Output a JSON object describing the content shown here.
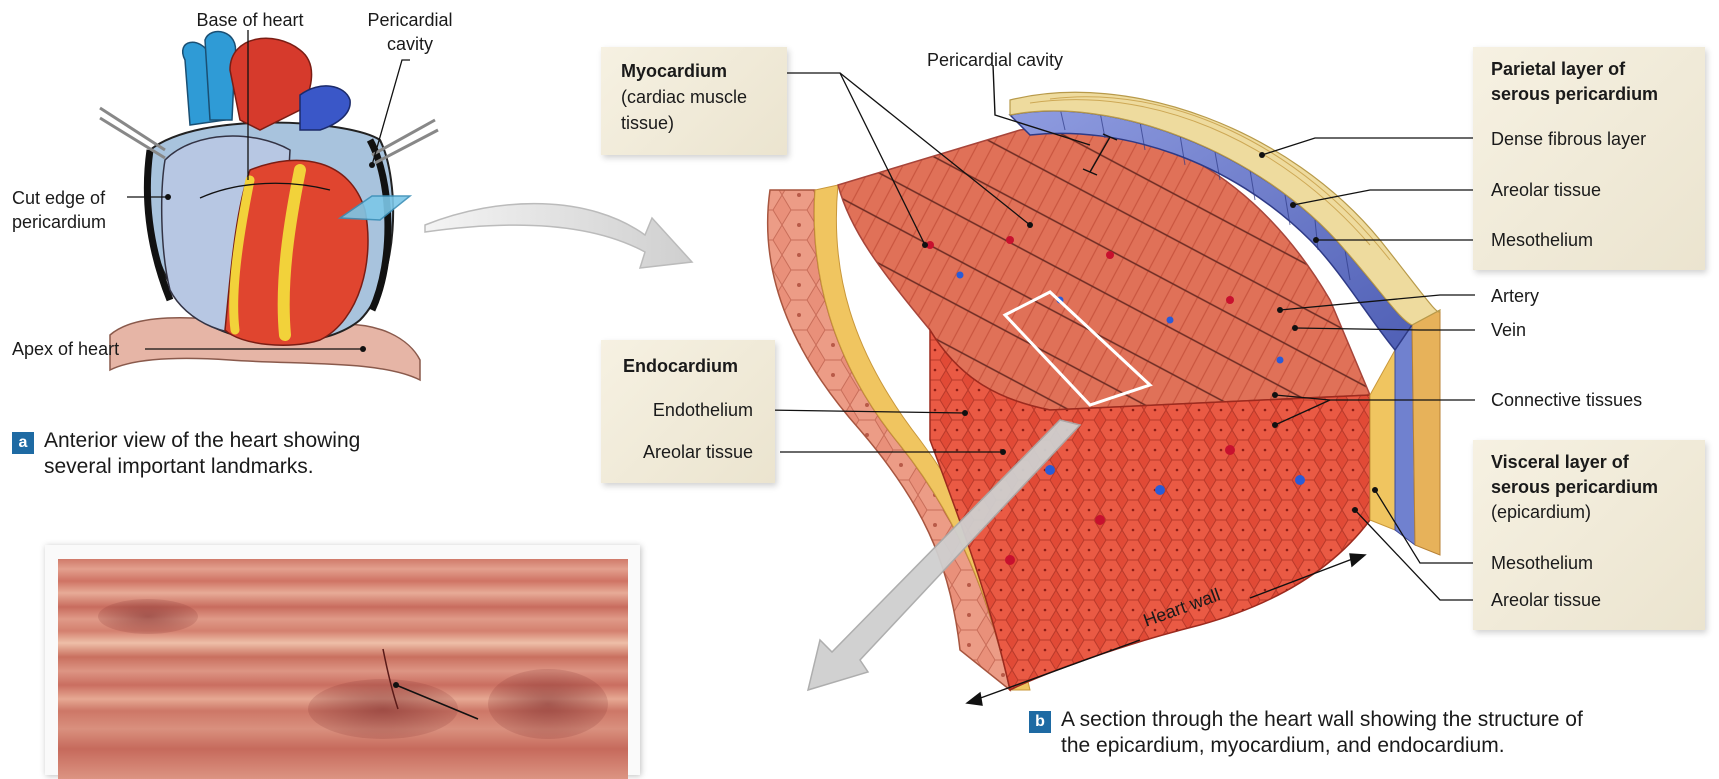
{
  "panel_a": {
    "badge": "a",
    "caption_line1": "Anterior view of the heart showing",
    "caption_line2": "several important landmarks.",
    "labels": {
      "base_of_heart": "Base of heart",
      "pericardial_cavity_l1": "Pericardial",
      "pericardial_cavity_l2": "cavity",
      "cut_edge_l1": "Cut edge of",
      "cut_edge_l2": "pericardium",
      "apex": "Apex of heart"
    }
  },
  "panel_b": {
    "badge": "b",
    "caption_line1": "A section through the heart wall showing the structure of",
    "caption_line2": "the epicardium, myocardium, and endocardium.",
    "myocardium_box": {
      "title": "Myocardium",
      "line2": "(cardiac muscle",
      "line3": "tissue)"
    },
    "endocardium_box": {
      "title": "Endocardium",
      "endothelium": "Endothelium",
      "areolar": "Areolar tissue"
    },
    "pericardial_cavity": "Pericardial cavity",
    "parietal_box": {
      "title_l1": "Parietal layer of",
      "title_l2": "serous pericardium",
      "dense": "Dense fibrous layer",
      "areolar": "Areolar tissue",
      "mesothelium": "Mesothelium"
    },
    "artery": "Artery",
    "vein": "Vein",
    "connective": "Connective tissues",
    "visceral_box": {
      "title_l1": "Visceral layer of",
      "title_l2": "serous pericardium",
      "sub": "(epicardium)",
      "mesothelium": "Mesothelium",
      "areolar": "Areolar tissue"
    },
    "heart_wall": "Heart wall"
  },
  "colors": {
    "muscle": "#d9573f",
    "muscle_light": "#e98a6e",
    "pericardium_blue": "#6f7fd0",
    "fat_yellow": "#f2c94c",
    "badge_blue": "#1e6aa3",
    "box_bg": "#f3eedd"
  }
}
